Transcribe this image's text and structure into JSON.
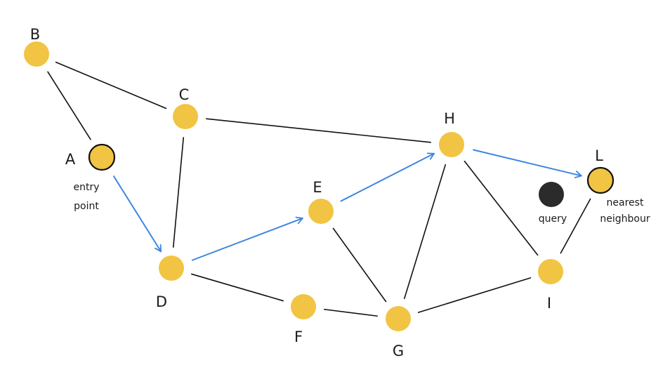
{
  "colors": {
    "node_fill": "#F2C443",
    "edge": "#111111",
    "path": "#3D86E0",
    "query_fill": "#2B2B2B",
    "highlight_stroke": "#111111"
  },
  "nodes": [
    {
      "id": "A",
      "label": "A"
    },
    {
      "id": "B",
      "label": "B"
    },
    {
      "id": "C",
      "label": "C"
    },
    {
      "id": "D",
      "label": "D"
    },
    {
      "id": "E",
      "label": "E"
    },
    {
      "id": "F",
      "label": "F"
    },
    {
      "id": "G",
      "label": "G"
    },
    {
      "id": "H",
      "label": "H"
    },
    {
      "id": "I",
      "label": "I"
    },
    {
      "id": "L",
      "label": "L"
    }
  ],
  "edges": [
    [
      "B",
      "A"
    ],
    [
      "B",
      "C"
    ],
    [
      "C",
      "D"
    ],
    [
      "C",
      "H"
    ],
    [
      "D",
      "F"
    ],
    [
      "F",
      "G"
    ],
    [
      "E",
      "G"
    ],
    [
      "G",
      "H"
    ],
    [
      "H",
      "I"
    ],
    [
      "G",
      "I"
    ],
    [
      "I",
      "L"
    ]
  ],
  "search_path": [
    [
      "A",
      "D"
    ],
    [
      "D",
      "E"
    ],
    [
      "E",
      "H"
    ],
    [
      "H",
      "L"
    ]
  ],
  "annotations": {
    "entry_line1": "entry",
    "entry_line2": "point",
    "query": "query",
    "nearest_line1": "nearest",
    "nearest_line2": "neighbour"
  }
}
